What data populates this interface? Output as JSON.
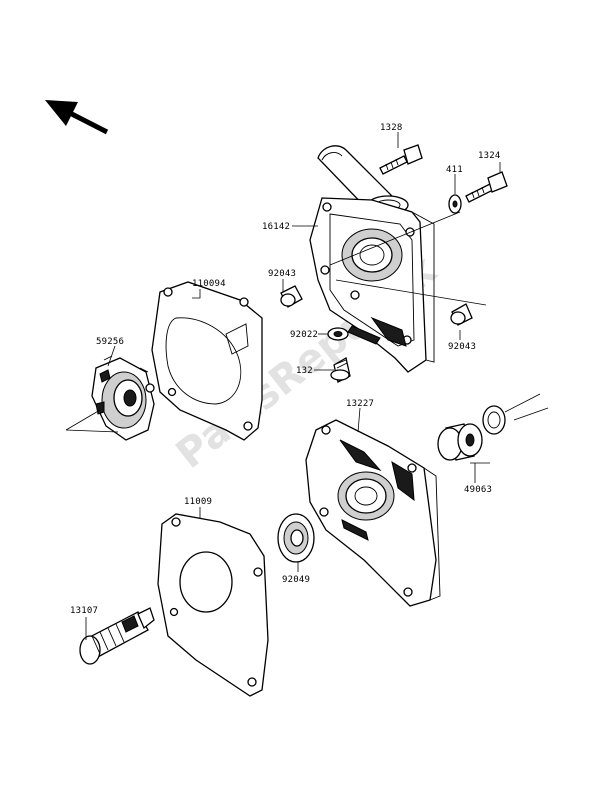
{
  "watermark": "PartsRepublik",
  "labels": {
    "p1328": "1328",
    "p411": "411",
    "p1324": "1324",
    "p16142": "16142",
    "p92043a": "92043",
    "p110094": "110094",
    "p59256": "59256",
    "p92022": "92022",
    "p92043b": "92043",
    "p132": "132",
    "p13227": "13227",
    "p49063": "49063",
    "p11009": "11009",
    "p92049": "92049",
    "p13107": "13107"
  }
}
